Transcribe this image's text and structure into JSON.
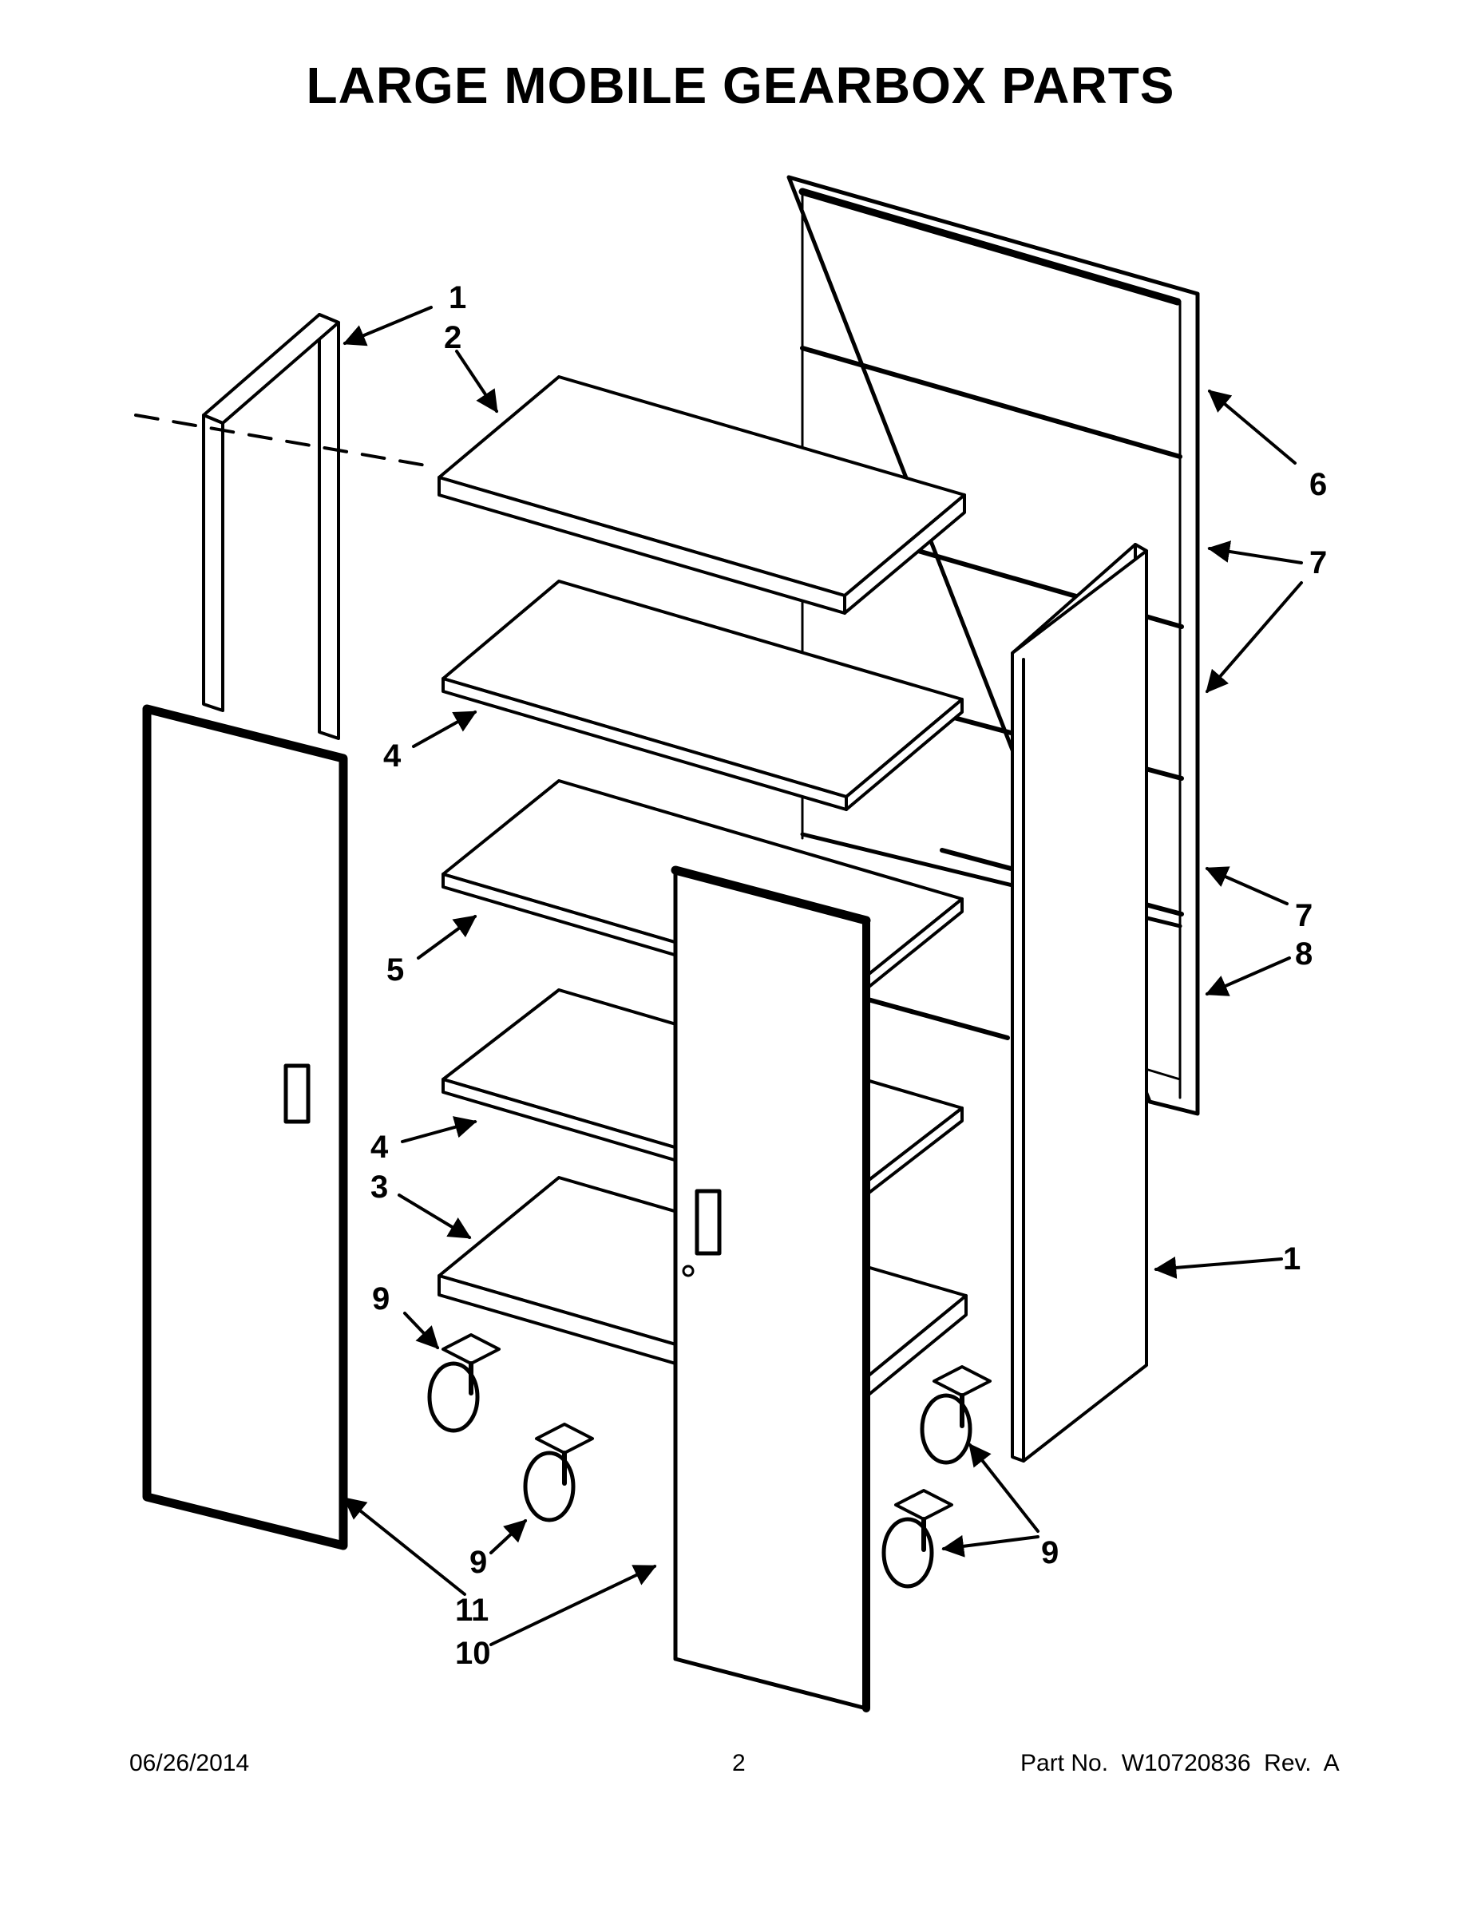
{
  "header": {
    "title": "LARGE MOBILE GEARBOX PARTS"
  },
  "callouts": {
    "c1_top": "1",
    "c2": "2",
    "c6": "6",
    "c7_top": "7",
    "c4_top": "4",
    "c5": "5",
    "c7_mid": "7",
    "c8": "8",
    "c4_bot": "4",
    "c3": "3",
    "c9_left": "9",
    "c1_right": "1",
    "c9_front": "9",
    "c9_right": "9",
    "c11": "11",
    "c10": "10"
  },
  "footer": {
    "date": "06/26/2014",
    "page": "2",
    "part": "Part No.  W10720836  Rev.  A"
  }
}
